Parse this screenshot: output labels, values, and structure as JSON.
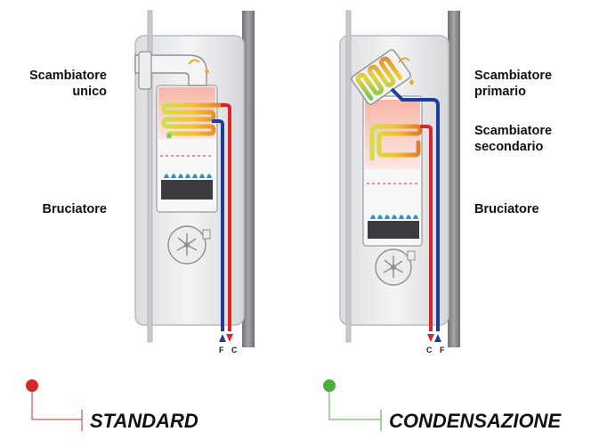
{
  "left": {
    "label_exchanger": [
      "Scambiatore",
      "unico"
    ],
    "label_burner": "Bruciatore",
    "pipe_labels": "F C",
    "caption": "STANDARD",
    "dot_color": "#d8262b"
  },
  "right": {
    "label_primary": [
      "Scambiatore",
      "primario"
    ],
    "label_secondary": [
      "Scambiatore",
      "secondario"
    ],
    "label_burner": "Bruciatore",
    "pipe_labels": "C F",
    "caption": "CONDENSAZIONE",
    "dot_color": "#4cae3d"
  },
  "colors": {
    "cold_pipe": "#1f3d9a",
    "hot_pipe": "#d8262b",
    "flame": "#2f8fd8",
    "casing": "#e9eaec",
    "wall": "#8d9093"
  }
}
